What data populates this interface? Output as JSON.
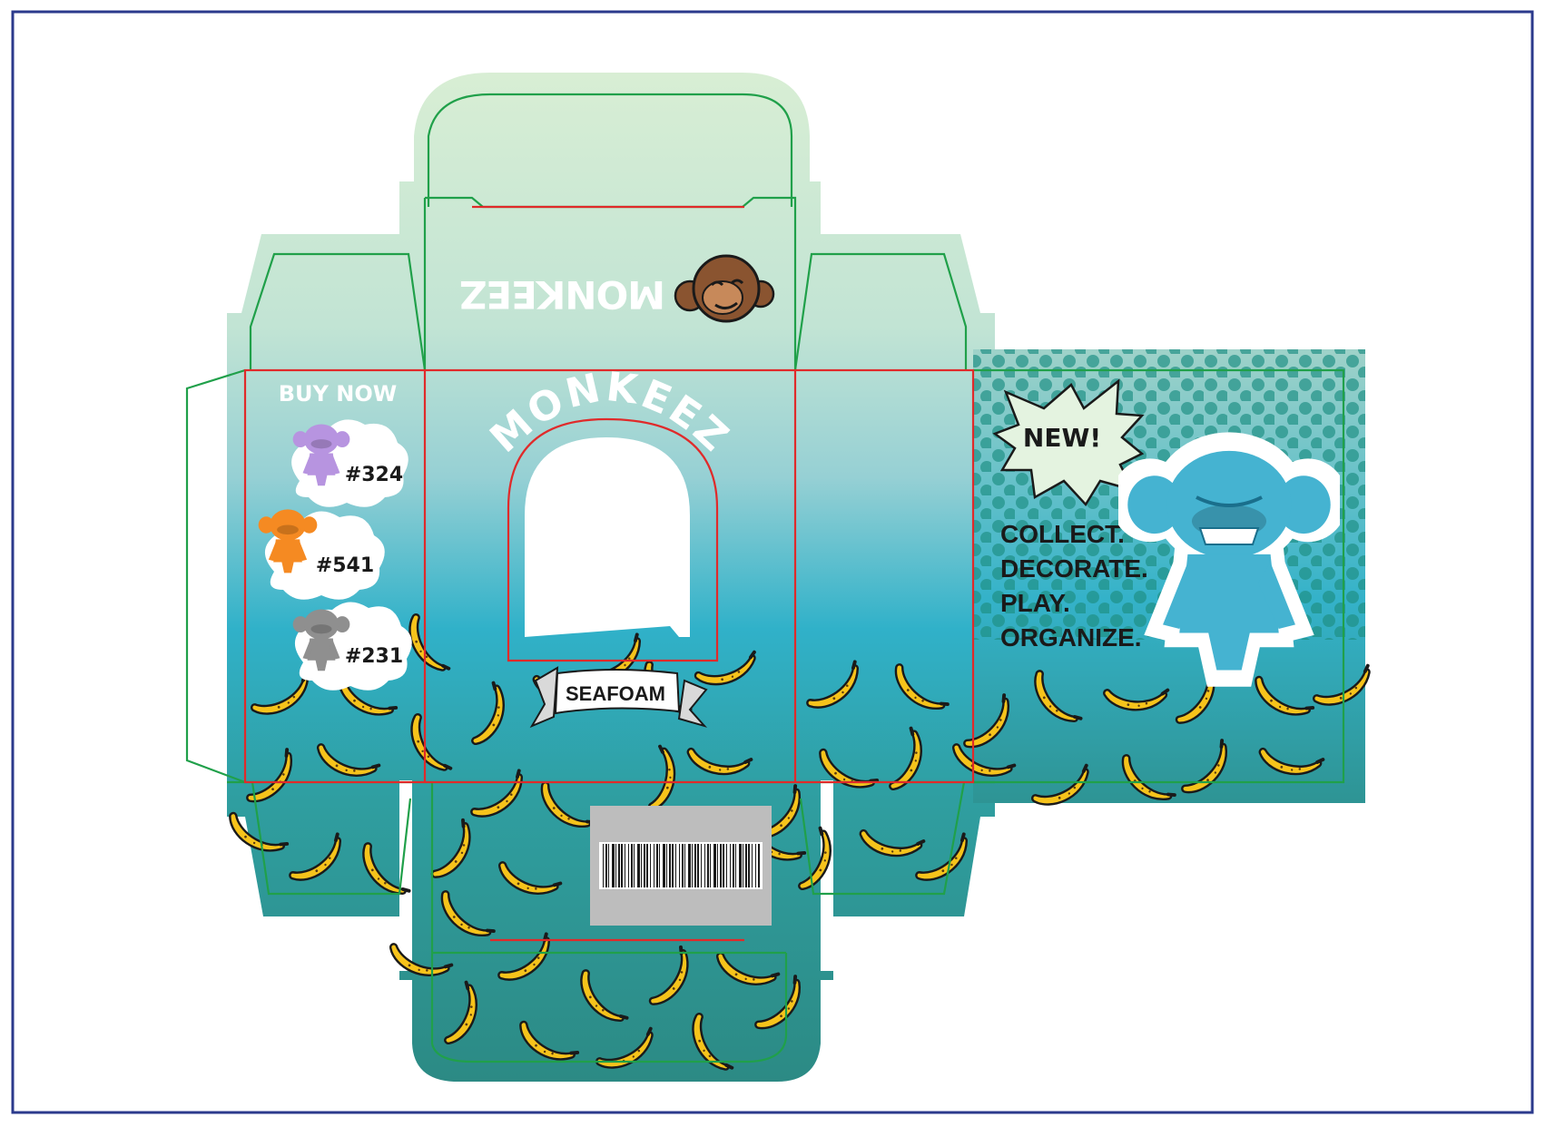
{
  "brand": {
    "name": "MONKEEZ",
    "arched_name": "MONKEEZ"
  },
  "side_panel": {
    "heading": "BUY NOW",
    "variants": [
      {
        "label": "#324",
        "color": "#b794e0"
      },
      {
        "label": "#541",
        "color": "#f58a22"
      },
      {
        "label": "#231",
        "color": "#8f8f8f"
      }
    ]
  },
  "front_panel": {
    "flavor_label": "SEAFOAM"
  },
  "back_panel": {
    "badge": "NEW!",
    "taglines": [
      "COLLECT.",
      "DECORATE.",
      "PLAY.",
      "ORGANIZE."
    ],
    "figure_color": "#45b3d1"
  },
  "colors": {
    "border": "#2b3a8c",
    "gradient_top": "#d6ecd2",
    "gradient_mid": "#2eaec7",
    "gradient_bottom": "#2c8a84",
    "fold_line": "#20a04a",
    "cut_line": "#e02a2a",
    "banana": "#f6c31b",
    "barcode_bg": "#bdbdbd",
    "dots": "#1f8f84"
  },
  "icons": [
    "monkey-face-logo-icon",
    "banana-icon",
    "barcode-icon",
    "monkey-figure-icon",
    "starburst-icon",
    "ribbon-banner-icon",
    "cloud-icon"
  ]
}
